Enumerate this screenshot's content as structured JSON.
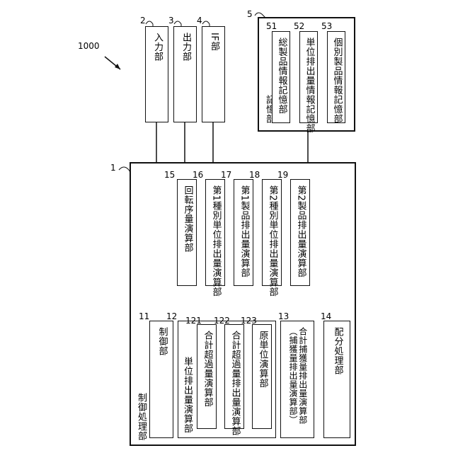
{
  "figure": {
    "system_ref": "1000",
    "input": {
      "ref": "2",
      "label": "入力部"
    },
    "output": {
      "ref": "3",
      "label": "出力部"
    },
    "interface": {
      "ref": "4",
      "label": "IF部"
    },
    "storage": {
      "ref": "5",
      "label": "記憶部",
      "items": [
        {
          "ref": "51",
          "label": "総製品情報記憶部"
        },
        {
          "ref": "52",
          "label": "単位排出量情報記憶部"
        },
        {
          "ref": "53",
          "label": "個別製品情報記憶部"
        }
      ]
    },
    "control": {
      "ref": "1",
      "label": "制御処理部",
      "controller": {
        "ref": "11",
        "label": "制御部"
      },
      "unit_calc": {
        "ref": "12",
        "label": "単位排出量演算部",
        "sub": [
          {
            "ref": "121",
            "label": "合計超過量演算部"
          },
          {
            "ref": "122",
            "label": "合計超過量排出量演算部"
          },
          {
            "ref": "123",
            "label": "原単位演算部"
          }
        ]
      },
      "total_capture": {
        "ref": "13",
        "label": "合計捕獲量排出量演算部\n（捕獲量排出量演算部）"
      },
      "allocation": {
        "ref": "14",
        "label": "配分処理部"
      },
      "calcs": [
        {
          "ref": "15",
          "label": "回転序量演算部"
        },
        {
          "ref": "16",
          "label": "第1種別単位排出量演算部"
        },
        {
          "ref": "17",
          "label": "第1製品排出量演算部"
        },
        {
          "ref": "18",
          "label": "第2種別単位排出量演算部"
        },
        {
          "ref": "19",
          "label": "第2製品排出量演算部"
        }
      ]
    }
  }
}
